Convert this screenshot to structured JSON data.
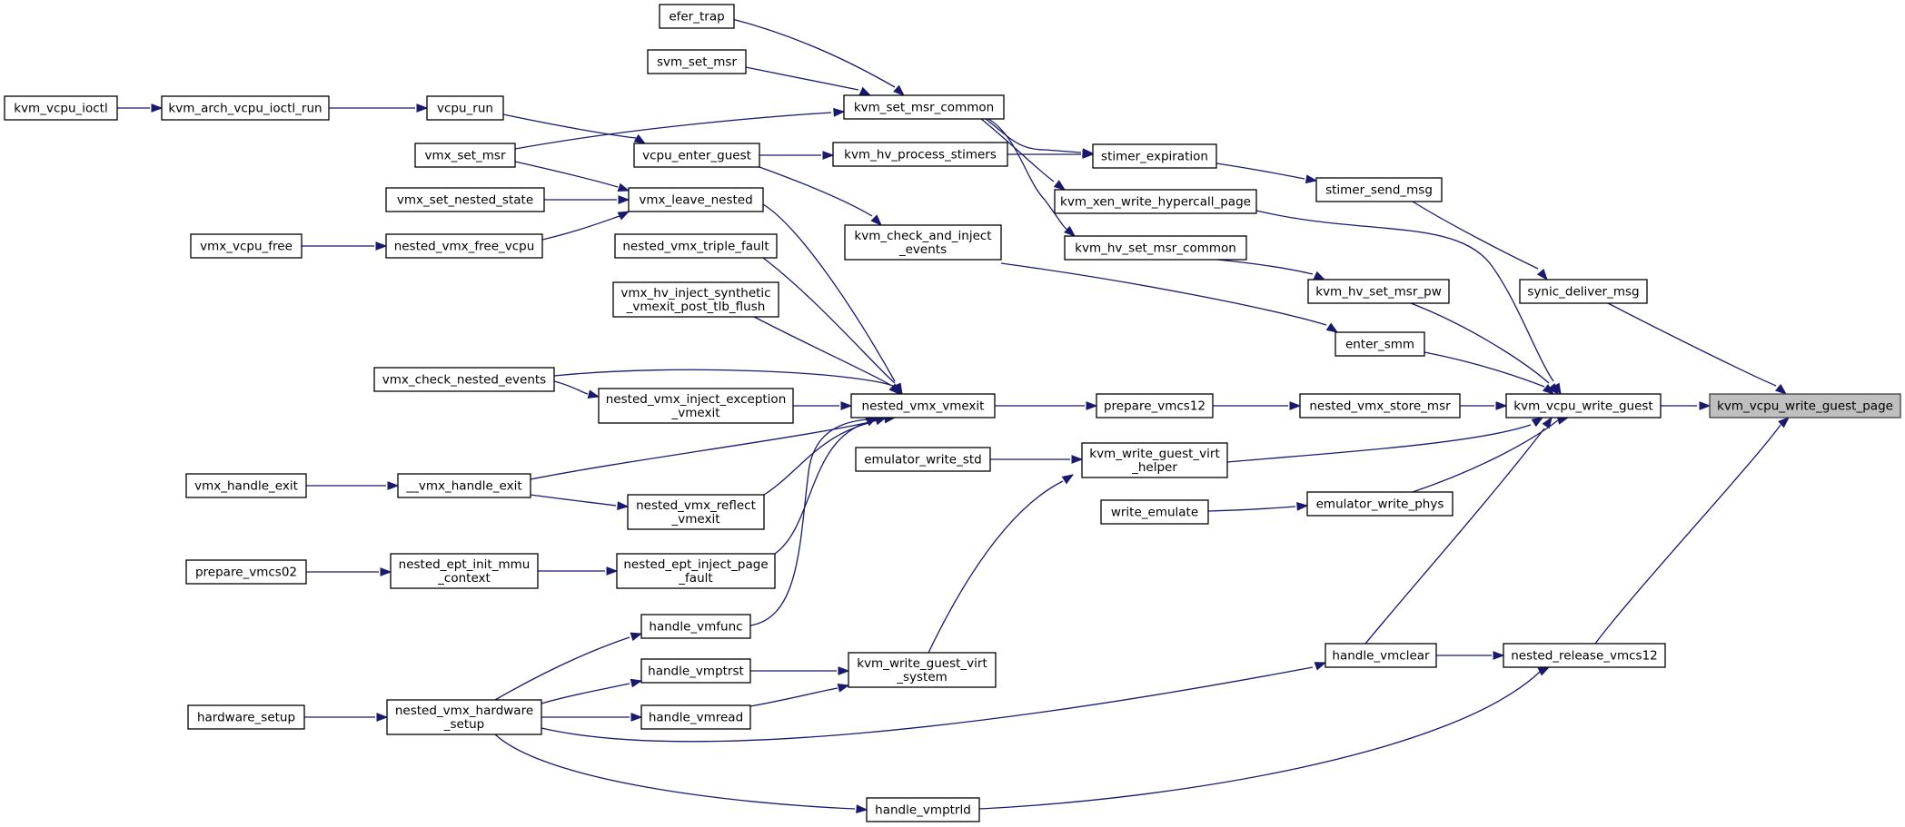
{
  "diagram": {
    "title": "",
    "type": "call-graph",
    "edge_color": "#191970",
    "root_fill": "#bfbfbf",
    "nodes": [
      {
        "id": "kvm_vcpu_write_guest_page",
        "lines": [
          "kvm_vcpu_write_guest_page"
        ],
        "root": true
      },
      {
        "id": "kvm_vcpu_write_guest",
        "lines": [
          "kvm_vcpu_write_guest"
        ]
      },
      {
        "id": "synic_deliver_msg",
        "lines": [
          "synic_deliver_msg"
        ]
      },
      {
        "id": "nested_release_vmcs12",
        "lines": [
          "nested_release_vmcs12"
        ]
      },
      {
        "id": "stimer_send_msg",
        "lines": [
          "stimer_send_msg"
        ]
      },
      {
        "id": "kvm_hv_set_msr_pw",
        "lines": [
          "kvm_hv_set_msr_pw"
        ]
      },
      {
        "id": "enter_smm",
        "lines": [
          "enter_smm"
        ]
      },
      {
        "id": "nested_vmx_store_msr",
        "lines": [
          "nested_vmx_store_msr"
        ]
      },
      {
        "id": "emulator_write_phys",
        "lines": [
          "emulator_write_phys"
        ]
      },
      {
        "id": "handle_vmclear",
        "lines": [
          "handle_vmclear"
        ]
      },
      {
        "id": "stimer_expiration",
        "lines": [
          "stimer_expiration"
        ]
      },
      {
        "id": "kvm_xen_write_hypercall_page",
        "lines": [
          "kvm_xen_write_hypercall_page"
        ]
      },
      {
        "id": "kvm_hv_set_msr_common",
        "lines": [
          "kvm_hv_set_msr_common"
        ]
      },
      {
        "id": "prepare_vmcs12",
        "lines": [
          "prepare_vmcs12"
        ]
      },
      {
        "id": "kvm_write_guest_virt_helper",
        "lines": [
          "kvm_write_guest_virt",
          "_helper"
        ]
      },
      {
        "id": "write_emulate",
        "lines": [
          "write_emulate"
        ]
      },
      {
        "id": "efer_trap",
        "lines": [
          "efer_trap"
        ]
      },
      {
        "id": "svm_set_msr",
        "lines": [
          "svm_set_msr"
        ]
      },
      {
        "id": "kvm_set_msr_common",
        "lines": [
          "kvm_set_msr_common"
        ]
      },
      {
        "id": "kvm_hv_process_stimers",
        "lines": [
          "kvm_hv_process_stimers"
        ]
      },
      {
        "id": "kvm_check_and_inject_events",
        "lines": [
          "kvm_check_and_inject",
          "_events"
        ]
      },
      {
        "id": "nested_vmx_vmexit",
        "lines": [
          "nested_vmx_vmexit"
        ]
      },
      {
        "id": "emulator_write_std",
        "lines": [
          "emulator_write_std"
        ]
      },
      {
        "id": "kvm_write_guest_virt_system",
        "lines": [
          "kvm_write_guest_virt",
          "_system"
        ]
      },
      {
        "id": "handle_vmptrld",
        "lines": [
          "handle_vmptrld"
        ]
      },
      {
        "id": "vcpu_enter_guest",
        "lines": [
          "vcpu_enter_guest"
        ]
      },
      {
        "id": "vmx_leave_nested",
        "lines": [
          "vmx_leave_nested"
        ]
      },
      {
        "id": "nested_vmx_triple_fault",
        "lines": [
          "nested_vmx_triple_fault"
        ]
      },
      {
        "id": "vmx_hv_inject_synthetic",
        "lines": [
          "vmx_hv_inject_synthetic",
          "_vmexit_post_tlb_flush"
        ]
      },
      {
        "id": "nested_vmx_inject_exception_vmexit",
        "lines": [
          "nested_vmx_inject_exception",
          "_vmexit"
        ]
      },
      {
        "id": "nested_vmx_reflect_vmexit",
        "lines": [
          "nested_vmx_reflect",
          "_vmexit"
        ]
      },
      {
        "id": "nested_ept_inject_page_fault",
        "lines": [
          "nested_ept_inject_page",
          "_fault"
        ]
      },
      {
        "id": "handle_vmfunc",
        "lines": [
          "handle_vmfunc"
        ]
      },
      {
        "id": "handle_vmptrst",
        "lines": [
          "handle_vmptrst"
        ]
      },
      {
        "id": "handle_vmread",
        "lines": [
          "handle_vmread"
        ]
      },
      {
        "id": "vcpu_run",
        "lines": [
          "vcpu_run"
        ]
      },
      {
        "id": "vmx_set_msr",
        "lines": [
          "vmx_set_msr"
        ]
      },
      {
        "id": "vmx_set_nested_state",
        "lines": [
          "vmx_set_nested_state"
        ]
      },
      {
        "id": "nested_vmx_free_vcpu",
        "lines": [
          "nested_vmx_free_vcpu"
        ]
      },
      {
        "id": "vmx_check_nested_events",
        "lines": [
          "vmx_check_nested_events"
        ]
      },
      {
        "id": "__vmx_handle_exit",
        "lines": [
          "__vmx_handle_exit"
        ]
      },
      {
        "id": "nested_ept_init_mmu_context",
        "lines": [
          "nested_ept_init_mmu",
          "_context"
        ]
      },
      {
        "id": "nested_vmx_hardware_setup",
        "lines": [
          "nested_vmx_hardware",
          "_setup"
        ]
      },
      {
        "id": "kvm_arch_vcpu_ioctl_run",
        "lines": [
          "kvm_arch_vcpu_ioctl_run"
        ]
      },
      {
        "id": "vmx_vcpu_free",
        "lines": [
          "vmx_vcpu_free"
        ]
      },
      {
        "id": "vmx_handle_exit",
        "lines": [
          "vmx_handle_exit"
        ]
      },
      {
        "id": "prepare_vmcs02",
        "lines": [
          "prepare_vmcs02"
        ]
      },
      {
        "id": "hardware_setup",
        "lines": [
          "hardware_setup"
        ]
      },
      {
        "id": "kvm_vcpu_ioctl",
        "lines": [
          "kvm_vcpu_ioctl"
        ]
      }
    ],
    "edges": [
      {
        "from": "kvm_vcpu_write_guest",
        "to": "kvm_vcpu_write_guest_page"
      },
      {
        "from": "synic_deliver_msg",
        "to": "kvm_vcpu_write_guest_page"
      },
      {
        "from": "nested_release_vmcs12",
        "to": "kvm_vcpu_write_guest_page"
      },
      {
        "from": "stimer_send_msg",
        "to": "synic_deliver_msg"
      },
      {
        "from": "stimer_expiration",
        "to": "stimer_send_msg"
      },
      {
        "from": "kvm_hv_process_stimers",
        "to": "stimer_expiration"
      },
      {
        "from": "kvm_set_msr_common",
        "to": "stimer_expiration"
      },
      {
        "from": "vcpu_enter_guest",
        "to": "kvm_hv_process_stimers"
      },
      {
        "from": "vcpu_run",
        "to": "vcpu_enter_guest"
      },
      {
        "from": "kvm_arch_vcpu_ioctl_run",
        "to": "vcpu_run"
      },
      {
        "from": "kvm_vcpu_ioctl",
        "to": "kvm_arch_vcpu_ioctl_run"
      },
      {
        "from": "kvm_xen_write_hypercall_page",
        "to": "kvm_vcpu_write_guest"
      },
      {
        "from": "kvm_set_msr_common",
        "to": "kvm_xen_write_hypercall_page"
      },
      {
        "from": "efer_trap",
        "to": "kvm_set_msr_common"
      },
      {
        "from": "svm_set_msr",
        "to": "kvm_set_msr_common"
      },
      {
        "from": "vmx_set_msr",
        "to": "kvm_set_msr_common"
      },
      {
        "from": "kvm_hv_set_msr_pw",
        "to": "kvm_vcpu_write_guest"
      },
      {
        "from": "kvm_hv_set_msr_common",
        "to": "kvm_hv_set_msr_pw"
      },
      {
        "from": "kvm_set_msr_common",
        "to": "kvm_hv_set_msr_common"
      },
      {
        "from": "enter_smm",
        "to": "kvm_vcpu_write_guest"
      },
      {
        "from": "kvm_check_and_inject_events",
        "to": "enter_smm"
      },
      {
        "from": "vcpu_enter_guest",
        "to": "kvm_check_and_inject_events"
      },
      {
        "from": "nested_vmx_store_msr",
        "to": "kvm_vcpu_write_guest"
      },
      {
        "from": "prepare_vmcs12",
        "to": "nested_vmx_store_msr"
      },
      {
        "from": "nested_vmx_vmexit",
        "to": "prepare_vmcs12"
      },
      {
        "from": "vmx_leave_nested",
        "to": "nested_vmx_vmexit"
      },
      {
        "from": "vmx_set_msr",
        "to": "vmx_leave_nested"
      },
      {
        "from": "vmx_set_nested_state",
        "to": "vmx_leave_nested"
      },
      {
        "from": "nested_vmx_free_vcpu",
        "to": "vmx_leave_nested"
      },
      {
        "from": "vmx_vcpu_free",
        "to": "nested_vmx_free_vcpu"
      },
      {
        "from": "nested_vmx_triple_fault",
        "to": "nested_vmx_vmexit"
      },
      {
        "from": "vmx_hv_inject_synthetic",
        "to": "nested_vmx_vmexit"
      },
      {
        "from": "vmx_check_nested_events",
        "to": "nested_vmx_vmexit"
      },
      {
        "from": "vmx_check_nested_events",
        "to": "nested_vmx_inject_exception_vmexit"
      },
      {
        "from": "nested_vmx_inject_exception_vmexit",
        "to": "nested_vmx_vmexit"
      },
      {
        "from": "__vmx_handle_exit",
        "to": "nested_vmx_vmexit"
      },
      {
        "from": "vmx_handle_exit",
        "to": "__vmx_handle_exit"
      },
      {
        "from": "__vmx_handle_exit",
        "to": "nested_vmx_reflect_vmexit"
      },
      {
        "from": "nested_vmx_reflect_vmexit",
        "to": "nested_vmx_vmexit"
      },
      {
        "from": "nested_ept_inject_page_fault",
        "to": "nested_vmx_vmexit"
      },
      {
        "from": "nested_ept_init_mmu_context",
        "to": "nested_ept_inject_page_fault"
      },
      {
        "from": "prepare_vmcs02",
        "to": "nested_ept_init_mmu_context"
      },
      {
        "from": "handle_vmfunc",
        "to": "nested_vmx_vmexit"
      },
      {
        "from": "nested_vmx_hardware_setup",
        "to": "handle_vmfunc"
      },
      {
        "from": "emulator_write_phys",
        "to": "kvm_vcpu_write_guest"
      },
      {
        "from": "write_emulate",
        "to": "emulator_write_phys"
      },
      {
        "from": "kvm_write_guest_virt_helper",
        "to": "kvm_vcpu_write_guest"
      },
      {
        "from": "emulator_write_std",
        "to": "kvm_write_guest_virt_helper"
      },
      {
        "from": "kvm_write_guest_virt_system",
        "to": "kvm_write_guest_virt_helper"
      },
      {
        "from": "handle_vmptrst",
        "to": "kvm_write_guest_virt_system"
      },
      {
        "from": "handle_vmread",
        "to": "kvm_write_guest_virt_system"
      },
      {
        "from": "nested_vmx_hardware_setup",
        "to": "handle_vmptrst"
      },
      {
        "from": "nested_vmx_hardware_setup",
        "to": "handle_vmread"
      },
      {
        "from": "hardware_setup",
        "to": "nested_vmx_hardware_setup"
      },
      {
        "from": "handle_vmclear",
        "to": "kvm_vcpu_write_guest"
      },
      {
        "from": "handle_vmclear",
        "to": "nested_release_vmcs12"
      },
      {
        "from": "nested_vmx_hardware_setup",
        "to": "handle_vmclear"
      },
      {
        "from": "handle_vmptrld",
        "to": "nested_release_vmcs12"
      },
      {
        "from": "nested_vmx_hardware_setup",
        "to": "handle_vmptrld"
      }
    ]
  }
}
